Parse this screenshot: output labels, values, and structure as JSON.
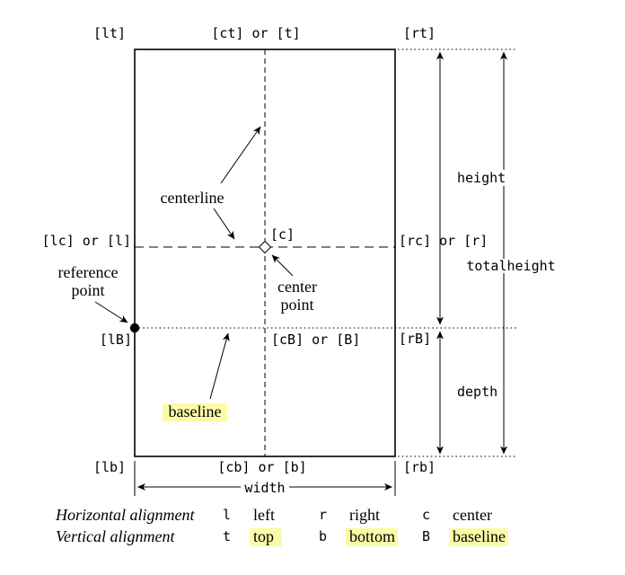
{
  "highlight_color": "#fbfba6",
  "anchors": {
    "lt": "[lt]",
    "ct": "[ct] or [t]",
    "rt": "[rt]",
    "lc": "[lc] or [l]",
    "c": "[c]",
    "rc": "[rc] or [r]",
    "lB": "[lB]",
    "cB": "[cB] or [B]",
    "rB": "[rB]",
    "lb": "[lb]",
    "cb": "[cb] or [b]",
    "rb": "[rb]"
  },
  "dimensions": {
    "height": "height",
    "depth": "depth",
    "totalheight": "totalheight",
    "width": "width"
  },
  "callouts": {
    "centerline": "centerline",
    "reference_point": [
      "reference",
      "point"
    ],
    "center_point": [
      "center",
      "point"
    ],
    "baseline": "baseline"
  },
  "legend": {
    "rows": [
      {
        "title": "Horizontal alignment",
        "entries": [
          {
            "key": "l",
            "label": "left",
            "highlight": false
          },
          {
            "key": "r",
            "label": "right",
            "highlight": false
          },
          {
            "key": "c",
            "label": "center",
            "highlight": false
          }
        ]
      },
      {
        "title": "Vertical alignment",
        "entries": [
          {
            "key": "t",
            "label": "top",
            "highlight": true
          },
          {
            "key": "b",
            "label": "bottom",
            "highlight": true
          },
          {
            "key": "B",
            "label": "baseline",
            "highlight": true
          }
        ]
      }
    ]
  }
}
